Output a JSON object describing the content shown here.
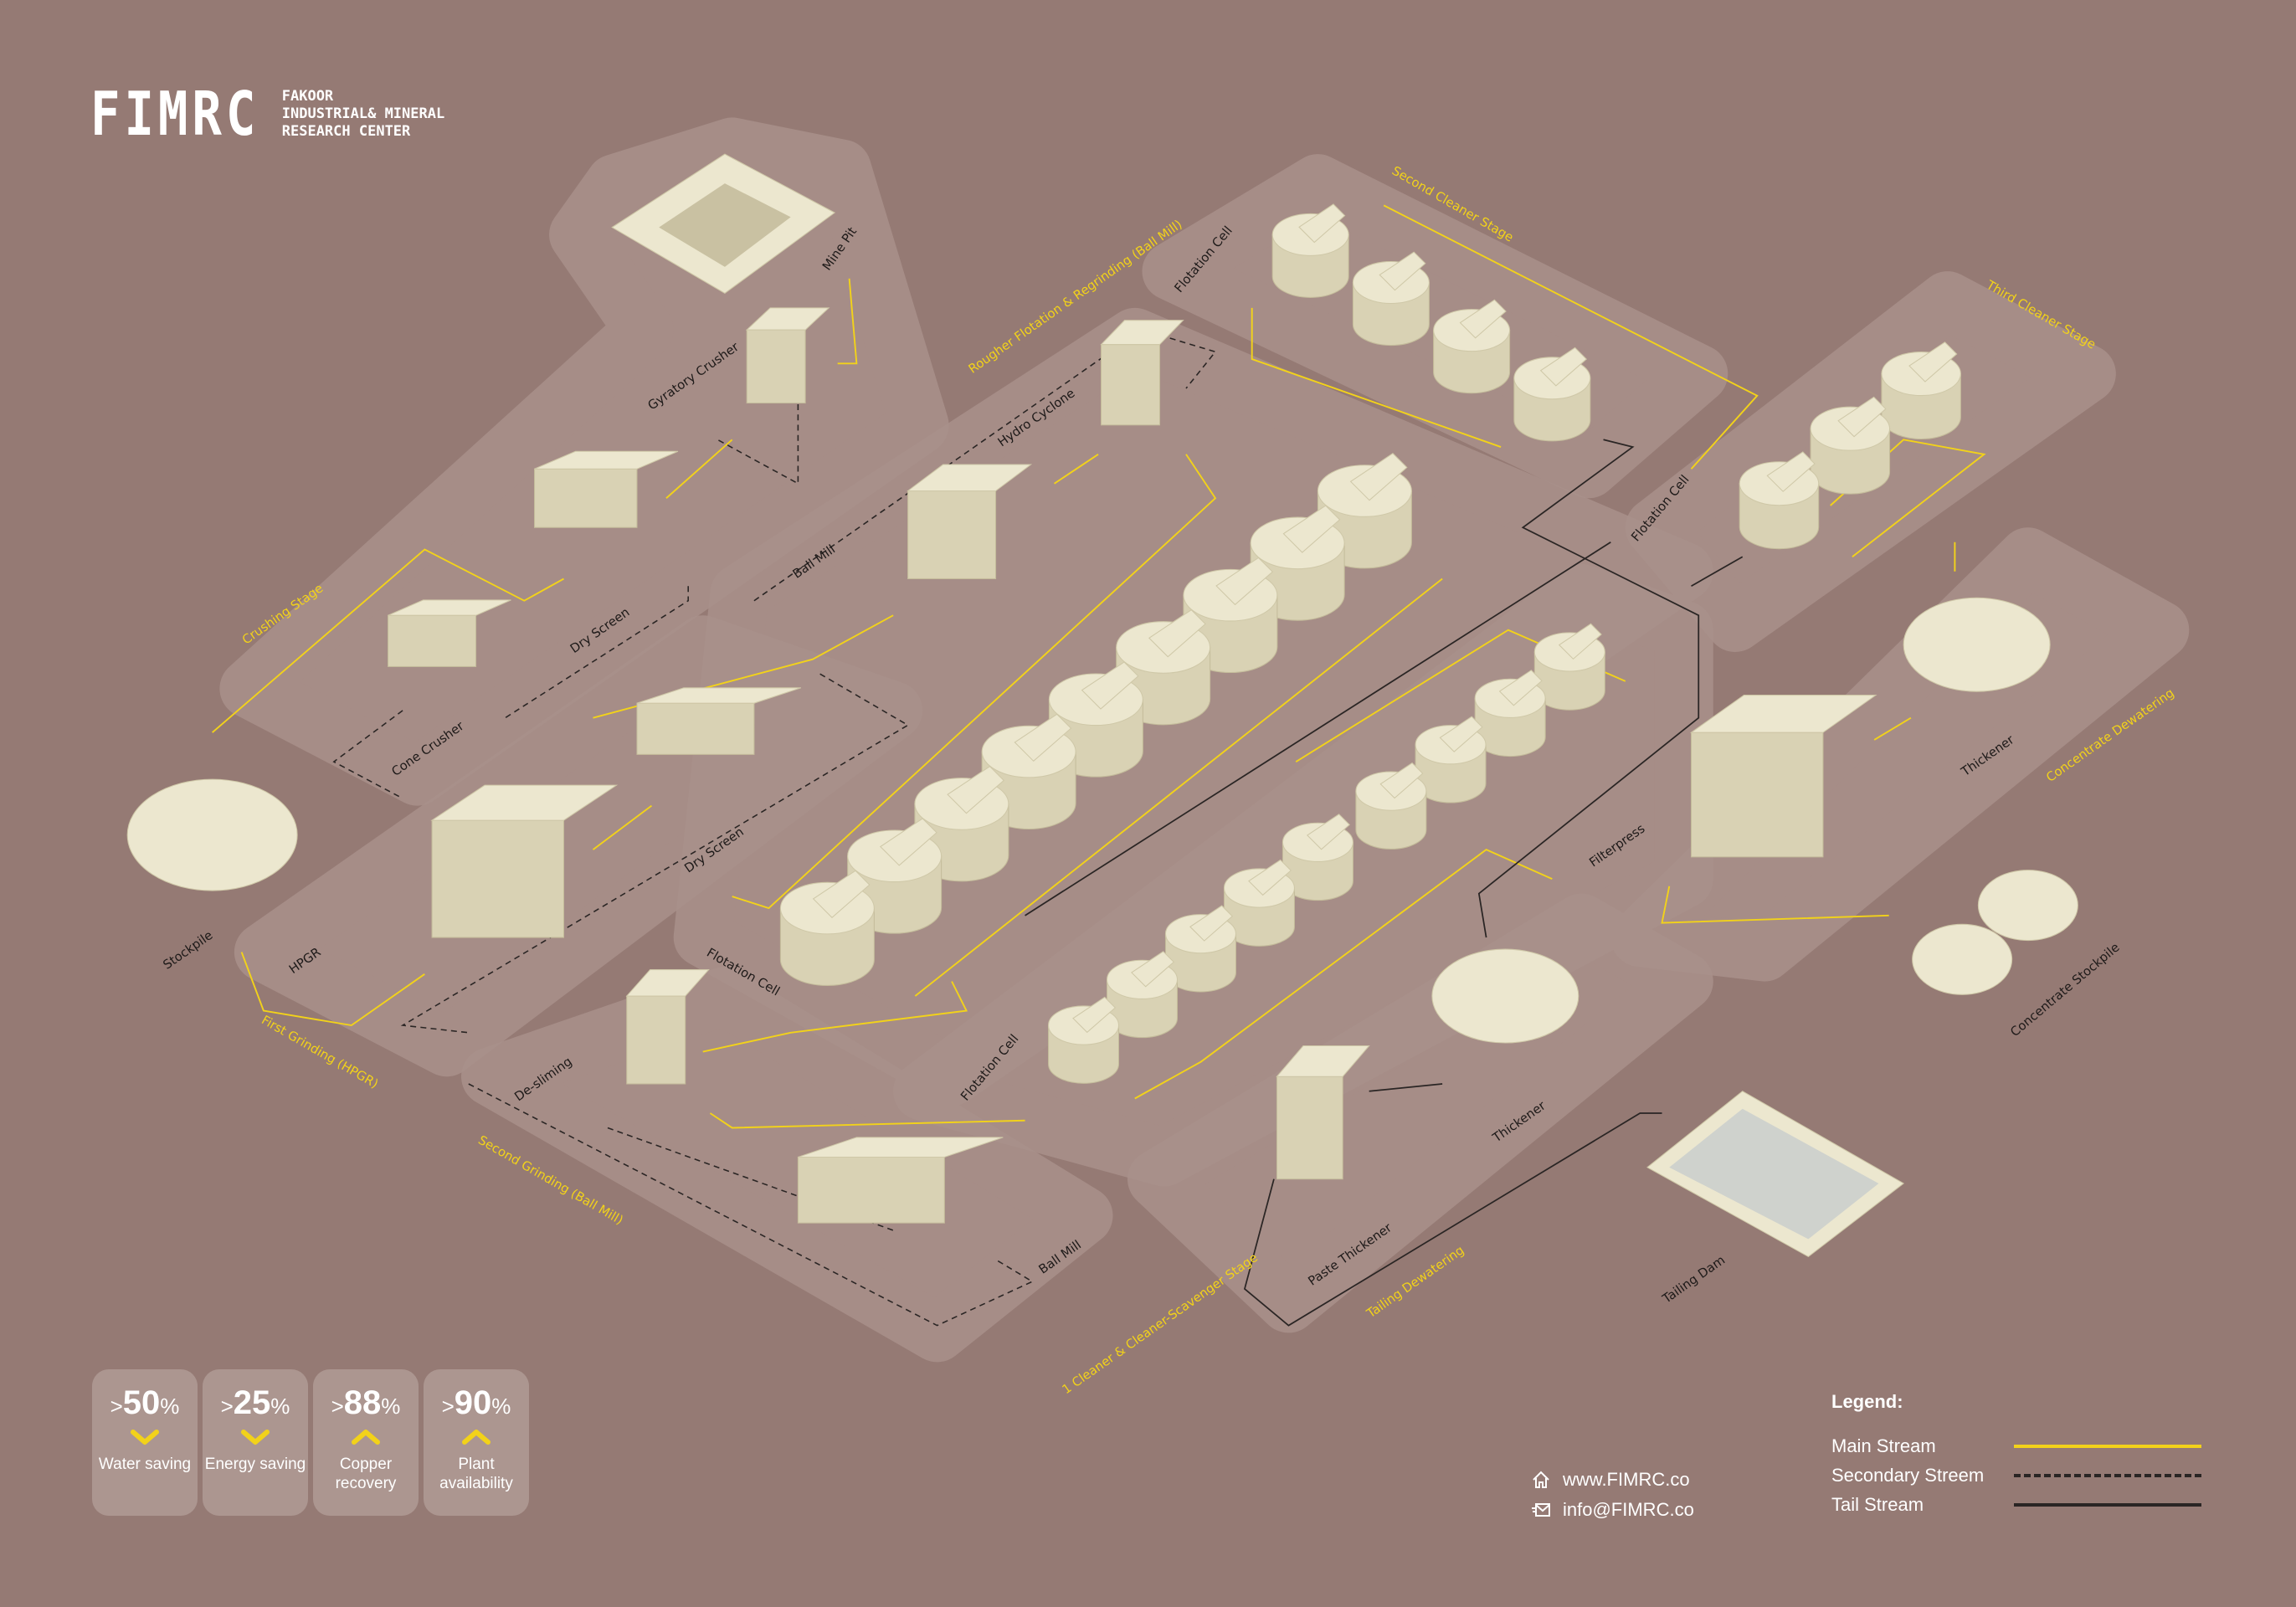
{
  "brand": {
    "logo": "FIMRC",
    "subtitle_lines": [
      "FAKOOR",
      "INDUSTRIAL& MINERAL",
      "RESEARCH CENTER"
    ]
  },
  "colors": {
    "background": "#957a74",
    "main_stream": "#f2d21a",
    "secondary_stream": "#2a2524",
    "tail_stream": "#2a2524"
  },
  "equipment_labels": {
    "mine_pit": "Mine Pit",
    "gyratory_crusher": "Gyratory Crusher",
    "dry_screen_1": "Dry Screen",
    "cone_crusher": "Cone Crusher",
    "stockpile": "Stockpile",
    "hpgr": "HPGR",
    "dry_screen_2": "Dry Screen",
    "ball_mill_1": "Ball Mill",
    "hydro_cyclone": "Hydro Cyclone",
    "flotation_cell_1": "Flotation Cell",
    "flotation_cell_2": "Flotation Cell",
    "flotation_cell_3": "Flotation Cell",
    "flotation_cell_4": "Flotation Cell",
    "de_sliming": "De-sliming",
    "ball_mill_2": "Ball Mill",
    "paste_thickener": "Paste Thickener",
    "thickener_1": "Thickener",
    "tailing_dam": "Tailing Dam",
    "filterpress": "Filterpress",
    "thickener_2": "Thickener",
    "concentrate_stockpile": "Concentrate Stockpile"
  },
  "stages": {
    "crushing": "Crushing Stage",
    "first_grinding": "First Grinding (HPGR)",
    "second_grinding": "Second Grinding (Ball Mill)",
    "rougher": "Rougher Flotation & Regrinding (Ball Mill)",
    "second_cleaner": "Second Cleaner Stage",
    "third_cleaner": "Third Cleaner Stage",
    "concentrate_dewatering": "Concentrate Dewatering",
    "tailing_dewatering": "Tailing Dewatering",
    "first_cleaner": "1 Cleaner & Cleaner-Scavenger Stage"
  },
  "stats": [
    {
      "value": "50",
      "prefix": ">",
      "unit": "%",
      "direction": "down",
      "label": "Water saving"
    },
    {
      "value": "25",
      "prefix": ">",
      "unit": "%",
      "direction": "down",
      "label": "Energy saving"
    },
    {
      "value": "88",
      "prefix": ">",
      "unit": "%",
      "direction": "up",
      "label": "Copper recovery"
    },
    {
      "value": "90",
      "prefix": ">",
      "unit": "%",
      "direction": "up",
      "label": "Plant availability"
    }
  ],
  "contact": {
    "website": "www.FIMRC.co",
    "email": "info@FIMRC.co",
    "website_icon": "home-icon",
    "email_icon": "mail-icon"
  },
  "legend": {
    "title": "Legend:",
    "items": [
      {
        "label": "Main Stream",
        "style": "solid-yellow"
      },
      {
        "label": "Secondary Streem",
        "style": "dashed-dark"
      },
      {
        "label": "Tail Stream",
        "style": "solid-dark"
      }
    ]
  }
}
